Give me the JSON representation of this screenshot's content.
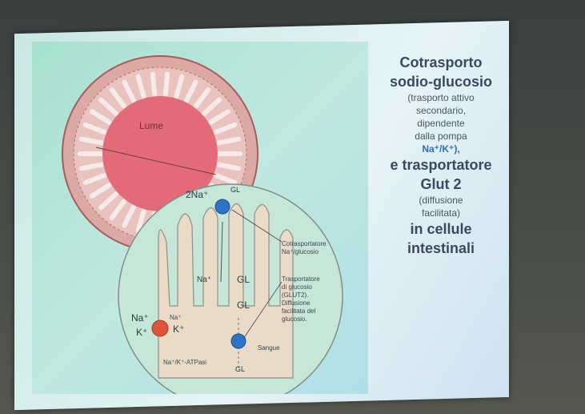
{
  "slide": {
    "title_line1": "Cotrasporto",
    "title_line2": "sodio-glucosio",
    "note_line1": "(trasporto attivo",
    "note_line2": "secondario,",
    "note_line3": "dipendente",
    "note_line4": "dalla pompa",
    "note_line5": "Na⁺/K⁺),",
    "and_line": "e trasportatore",
    "glut_line": "Glut 2",
    "diff_line1": "(diffusione",
    "diff_line2": "facilitata)",
    "in_line": "in cellule",
    "intest_line": "intestinali"
  },
  "figure": {
    "lumen_label": "Lume",
    "na2_label": "2Na⁺",
    "gl_top_label": "GL",
    "cotrans_label_1": "Cotrasportatore",
    "cotrans_label_2": "Na⁺/glucosio",
    "na_mid_label": "Na⁺",
    "gl_mid_label": "GL",
    "gl_low_label": "GL",
    "glut_label_1": "Trasportatore",
    "glut_label_2": "di glucosio",
    "glut_label_3": "(GLUT2).",
    "glut_label_4": "Diffusione",
    "glut_label_5": "facilitata del",
    "glut_label_6": "glucosio.",
    "na_left_label": "Na⁺",
    "k_left_label": "K⁺",
    "na_pump_label": "Na⁺",
    "k_pump_label": "K⁺",
    "atpase_label": "Na⁺/K⁺-ATPasi",
    "sangue_label": "Sangue",
    "gl_bottom_label": "GL"
  },
  "colors": {
    "lumen": "#e36a78",
    "wall": "#d9a2a0",
    "inset_circle": "#c9e6dc",
    "cell": "#e8d8c4",
    "pump": "#e0553a",
    "transporter": "#2d74c9"
  }
}
